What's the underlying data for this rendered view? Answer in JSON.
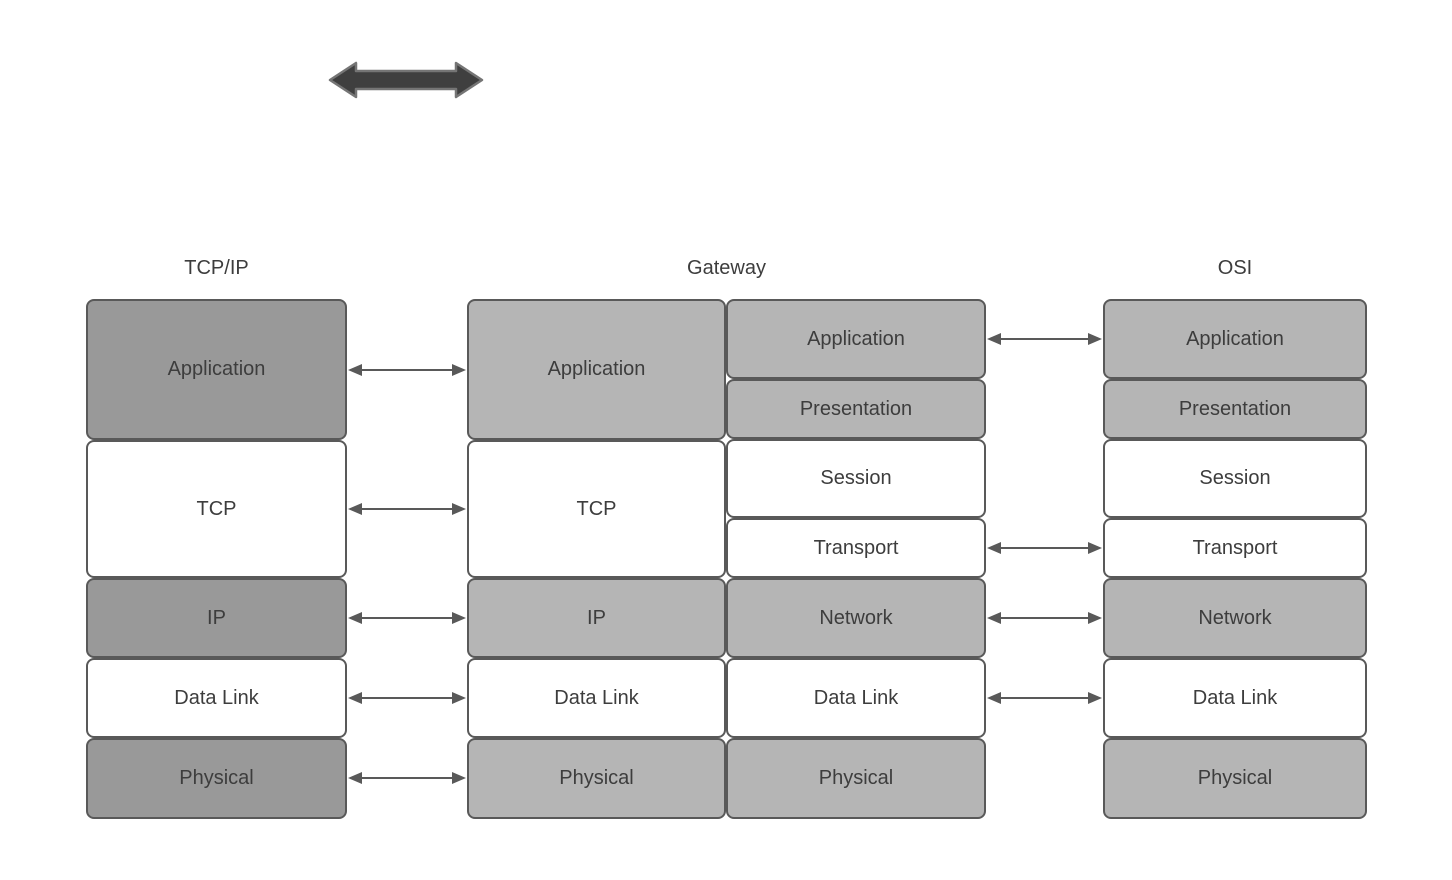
{
  "headers": {
    "tcpip": "TCP/IP",
    "gateway": "Gateway",
    "osi": "OSI"
  },
  "stacks": {
    "tcpip": {
      "layers": [
        {
          "label": "Application",
          "shade": "dark"
        },
        {
          "label": "TCP",
          "shade": "white"
        },
        {
          "label": "IP",
          "shade": "dark"
        },
        {
          "label": "Data Link",
          "shade": "white"
        },
        {
          "label": "Physical",
          "shade": "dark"
        }
      ]
    },
    "gateway_left": {
      "layers": [
        {
          "label": "Application",
          "shade": "light"
        },
        {
          "label": "TCP",
          "shade": "white"
        },
        {
          "label": "IP",
          "shade": "light"
        },
        {
          "label": "Data Link",
          "shade": "white"
        },
        {
          "label": "Physical",
          "shade": "light"
        }
      ]
    },
    "gateway_right": {
      "layers": [
        {
          "label": "Application",
          "shade": "light"
        },
        {
          "label": "Presentation",
          "shade": "light"
        },
        {
          "label": "Session",
          "shade": "white"
        },
        {
          "label": "Transport",
          "shade": "white"
        },
        {
          "label": "Network",
          "shade": "light"
        },
        {
          "label": "Data Link",
          "shade": "white"
        },
        {
          "label": "Physical",
          "shade": "light"
        }
      ]
    },
    "osi": {
      "layers": [
        {
          "label": "Application",
          "shade": "light"
        },
        {
          "label": "Presentation",
          "shade": "light"
        },
        {
          "label": "Session",
          "shade": "white"
        },
        {
          "label": "Transport",
          "shade": "white"
        },
        {
          "label": "Network",
          "shade": "light"
        },
        {
          "label": "Data Link",
          "shade": "white"
        },
        {
          "label": "Physical",
          "shade": "light"
        }
      ]
    }
  },
  "connections": {
    "tcpip_to_gateway": [
      "Application",
      "TCP",
      "IP",
      "Data Link",
      "Physical"
    ],
    "gateway_to_osi": [
      "Application",
      "Transport",
      "Network",
      "Data Link"
    ]
  },
  "colors": {
    "dark_gray": "#999999",
    "light_gray": "#b5b5b5",
    "white": "#ffffff",
    "border": "#595959",
    "text": "#3d3d3d",
    "arrow": "#595959",
    "thick_arrow_fill": "#3f3f3f",
    "thick_arrow_stroke": "#757575"
  }
}
